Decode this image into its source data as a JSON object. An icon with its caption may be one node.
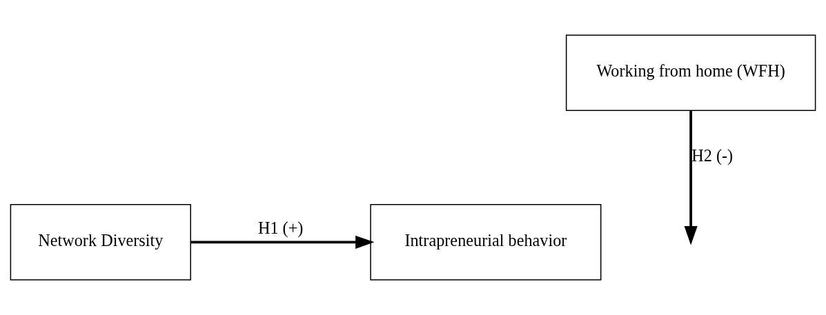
{
  "diagram": {
    "nodes": [
      {
        "text": [
          "Network Diversity"
        ]
      },
      {
        "text": [
          "Working from home (WFH)"
        ]
      },
      {
        "text": [
          "Intrapreneurial behavior"
        ]
      }
    ],
    "edges": [
      {
        "from": 0,
        "to": 2,
        "arrow": "to",
        "label": "H1 (+)"
      },
      {
        "from": 1,
        "to": null,
        "arrow": "to",
        "label": "H2 (-)"
      }
    ]
  }
}
